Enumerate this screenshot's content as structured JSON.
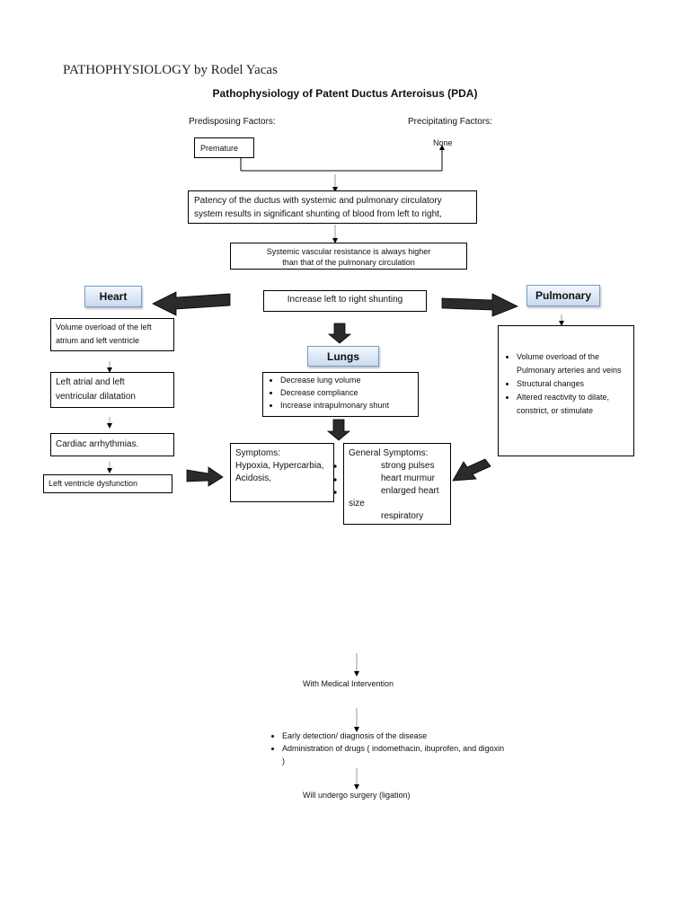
{
  "page": {
    "author_line": "PATHOPHYSIOLOGY by Rodel Yacas",
    "title": "Pathophysiology of Patent Ductus Arteroisus (PDA)"
  },
  "factors": {
    "predisposing_label": "Predisposing Factors:",
    "predisposing_value": "Premature",
    "precipitating_label": "Precipitating Factors:",
    "precipitating_value": "None"
  },
  "flow": {
    "patency_line1": "Patency of the ductus with systemic and pulmonary circulatory",
    "patency_line2": "system results in significant shunting of blood from left to right,",
    "svr_line1": "Systemic vascular resistance is always higher",
    "svr_line2": "than that of the pulmonary circulation",
    "increase_shunting": "Increase left to right shunting"
  },
  "heart": {
    "label": "Heart",
    "item1_line1": "Volume overload of the left",
    "item1_line2": "atrium and left ventricle",
    "item2_line1": "Left atrial and left",
    "item2_line2": "ventricular dilatation",
    "item3": "Cardiac arrhythmias.",
    "item4": "Left ventricle dysfunction"
  },
  "lungs": {
    "label": "Lungs",
    "bullets": [
      "Decrease lung volume",
      "Decrease compliance",
      "Increase intrapulmonary shunt"
    ]
  },
  "pulmonary": {
    "label": "Pulmonary",
    "bullets": [
      "Volume overload of the Pulmonary arteries and veins",
      "Structural changes",
      "Altered reactivity to dilate, constrict, or stimulate"
    ]
  },
  "symptoms": {
    "label": "Symptoms:",
    "line1": "Hypoxia, Hypercarbia,",
    "line2": "Acidosis,"
  },
  "general_symptoms": {
    "label": "General Symptoms:",
    "line1": "strong pulses",
    "line2": "heart murmur",
    "line3": "enlarged heart",
    "line4": "size",
    "line5": "respiratory"
  },
  "intervention": {
    "label": "With Medical Intervention",
    "bullets": [
      "Early detection/ diagnosis of the disease",
      "Administration of drugs ( indomethacin, ibuprofen, and digoxin )"
    ],
    "final": "Will undergo surgery (ligation)"
  }
}
